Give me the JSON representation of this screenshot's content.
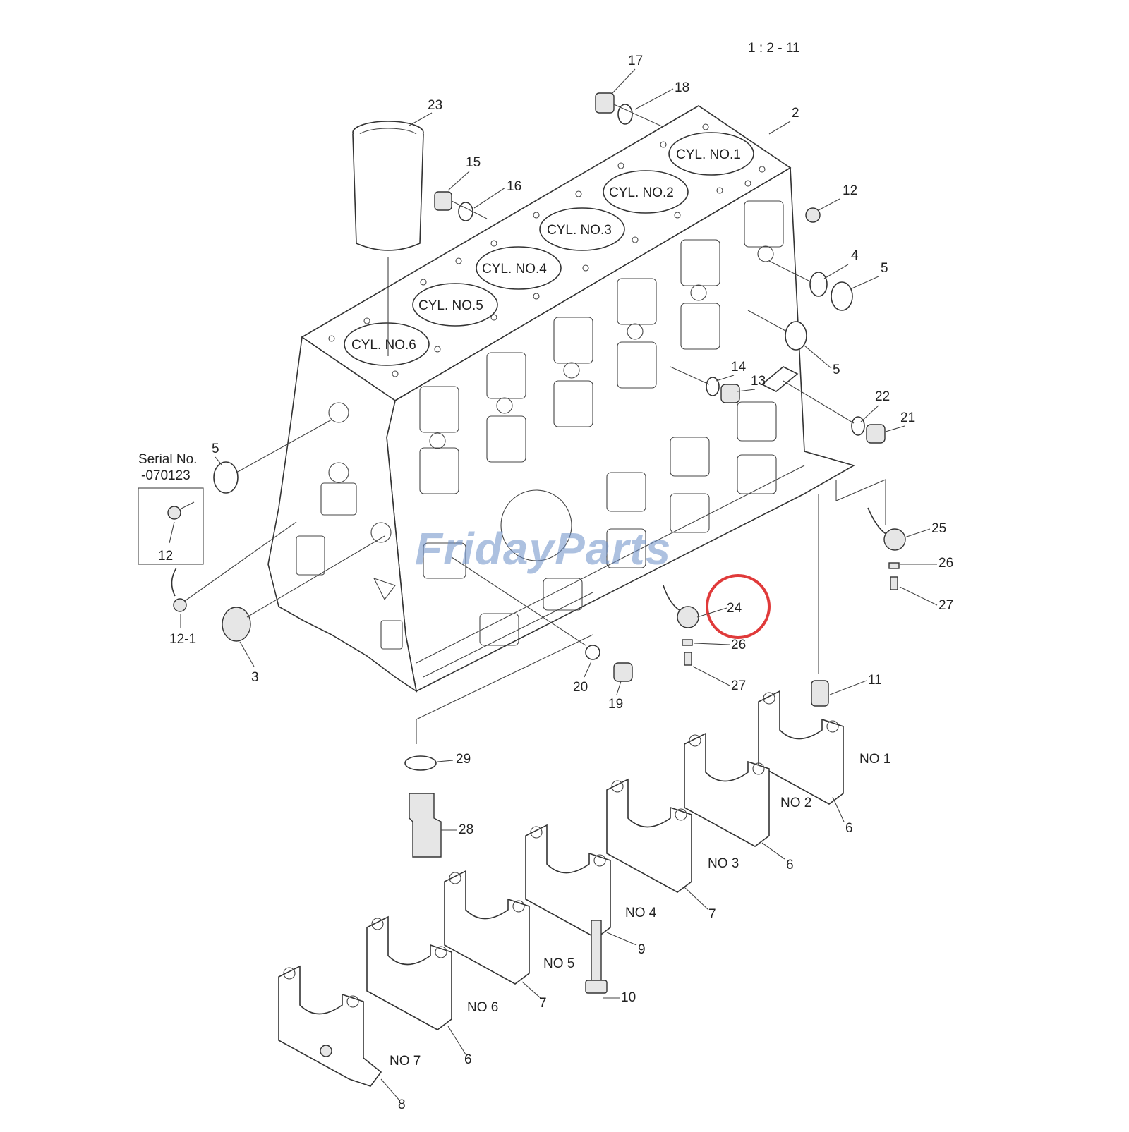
{
  "scale_label": "1 : 2 - 11",
  "watermark": "FridayParts",
  "serial_box": {
    "line1": "Serial No.",
    "line2": "-070123",
    "part_label": "12"
  },
  "cylinders": [
    "CYL. NO.1",
    "CYL. NO.2",
    "CYL. NO.3",
    "CYL. NO.4",
    "CYL. NO.5",
    "CYL. NO.6"
  ],
  "bearing_caps": [
    "NO 1",
    "NO 2",
    "NO 3",
    "NO 4",
    "NO 5",
    "NO 6",
    "NO 7"
  ],
  "callouts": [
    "17",
    "18",
    "23",
    "2",
    "15",
    "16",
    "12",
    "4",
    "5",
    "5",
    "5",
    "14",
    "13",
    "22",
    "21",
    "5",
    "12",
    "12-1",
    "3",
    "25",
    "26",
    "27",
    "24",
    "26",
    "27",
    "20",
    "19",
    "11",
    "29",
    "28",
    "6",
    "6",
    "7",
    "9",
    "10",
    "7",
    "6",
    "8"
  ],
  "highlighted_part": "24",
  "highlight_color": "#e03a3a",
  "watermark_color": "#6b8fc8"
}
